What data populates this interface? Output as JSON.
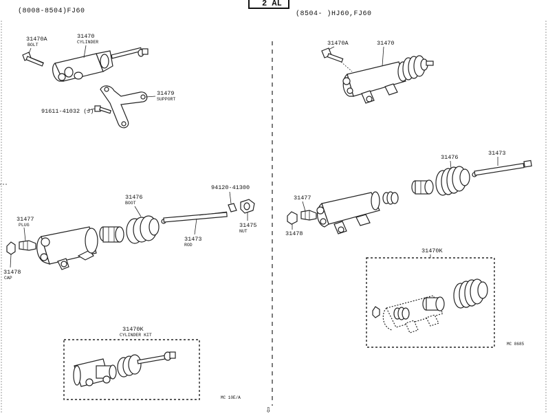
{
  "header": {
    "left_range": "(8008-8504)FJ60",
    "right_range": "(8504-      )HJ60,FJ60",
    "tab": "2 AL"
  },
  "left": {
    "bolt": {
      "number": "31470A",
      "name": "BOLT"
    },
    "cylinder": {
      "number": "31470",
      "name": "CYLINDER"
    },
    "support": {
      "number": "31479",
      "name": "SUPPORT"
    },
    "support_bolt": {
      "number": "91611-41032 (J)"
    },
    "plug": {
      "number": "31477",
      "name": "PLUG"
    },
    "cap": {
      "number": "31478",
      "name": "CAP"
    },
    "boot": {
      "number": "31476",
      "name": "BOOT"
    },
    "washer": {
      "number": "94120-41300"
    },
    "nut": {
      "number": "31475",
      "name": "NUT"
    },
    "rod": {
      "number": "31473",
      "name": "ROD"
    },
    "kit": {
      "number": "31470K",
      "name": "CYLINDER KIT"
    },
    "code": "MC 10E/A"
  },
  "right": {
    "bolt": {
      "number": "31470A"
    },
    "cylinder": {
      "number": "31470"
    },
    "boot": {
      "number": "31476"
    },
    "rod": {
      "number": "31473"
    },
    "plug": {
      "number": "31477"
    },
    "cap": {
      "number": "31478"
    },
    "kit": {
      "number": "31470K"
    },
    "code": "MC 8685"
  },
  "footer": {
    "arrow": "⇩"
  }
}
